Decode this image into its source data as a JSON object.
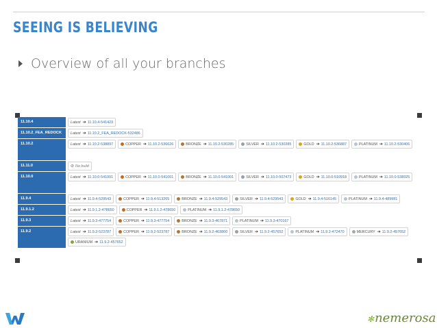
{
  "slide": {
    "title": "SEEING IS BELIEVING",
    "bullet": "Overview of all your branches",
    "brand": "nemerosa"
  },
  "colors": {
    "title": "#3a85c9",
    "version_bg": "#2d6bb0",
    "link": "#3b6fa6",
    "brand": "#6a8a2a"
  },
  "promotion_colors": {
    "Latest": "",
    "COPPER": "#c06a2c",
    "BRONZE": "#a87a3a",
    "SILVER": "#9aa0a8",
    "GOLD": "#d8a520",
    "PLATINUM": "#b8c4cc",
    "MERCURY": "#a0a8b0",
    "URANIUM": "#8aa630"
  },
  "branches": [
    {
      "version": "11.10.4",
      "builds": [
        {
          "label": "Latest",
          "build": "11.10.4-541423"
        }
      ]
    },
    {
      "version": "11.10.2_FEA_REDOCK",
      "builds": [
        {
          "label": "Latest",
          "build": "11.10.2_FEA_REDOCK-532486"
        }
      ]
    },
    {
      "version": "11.10.2",
      "builds": [
        {
          "label": "Latest",
          "build": "11.10.2-538897"
        },
        {
          "label": "COPPER",
          "build": "11.10.2-536626"
        },
        {
          "label": "BRONZE",
          "build": "11.10.2-530285"
        },
        {
          "label": "SILVER",
          "build": "11.10.2-530285"
        },
        {
          "label": "GOLD",
          "build": "11.10.2-536887"
        },
        {
          "label": "PLATINUM",
          "build": "11.10.2-530406"
        }
      ]
    },
    {
      "version": "11.11.0",
      "builds": [
        {
          "label": "No build",
          "build": ""
        }
      ]
    },
    {
      "version": "11.10.0",
      "builds": [
        {
          "label": "Latest",
          "build": "11.10.0-541001"
        },
        {
          "label": "COPPER",
          "build": "11.10.0-541001"
        },
        {
          "label": "BRONZE",
          "build": "11.10.0-541001"
        },
        {
          "label": "SILVER",
          "build": "11.10.0-507473"
        },
        {
          "label": "GOLD",
          "build": "11.10.0-510918"
        },
        {
          "label": "PLATINUM",
          "build": "11.10.0-538325"
        }
      ]
    },
    {
      "version": "11.9.4",
      "builds": [
        {
          "label": "Latest",
          "build": "11.9.4-529543"
        },
        {
          "label": "COPPER",
          "build": "11.9.4-513265"
        },
        {
          "label": "BRONZE",
          "build": "11.9.4-529543"
        },
        {
          "label": "SILVER",
          "build": "11.9.4-529543"
        },
        {
          "label": "GOLD",
          "build": "11.9.4-516145"
        },
        {
          "label": "PLATINUM",
          "build": "11.9.4-489981"
        }
      ]
    },
    {
      "version": "11.9.1.2",
      "builds": [
        {
          "label": "Latest",
          "build": "11.9.1.2-478650"
        },
        {
          "label": "COPPER",
          "build": "11.9.1.2-478650"
        },
        {
          "label": "PLATINUM",
          "build": "11.9.1.2-478650"
        }
      ]
    },
    {
      "version": "11.9.3",
      "builds": [
        {
          "label": "Latest",
          "build": "11.9.3-477754"
        },
        {
          "label": "COPPER",
          "build": "11.9.3-477754"
        },
        {
          "label": "BRONZE",
          "build": "11.9.3-467871"
        },
        {
          "label": "PLATINUM",
          "build": "11.9.3-470167"
        }
      ]
    },
    {
      "version": "11.9.2",
      "builds": [
        {
          "label": "Latest",
          "build": "11.9.2-523787"
        },
        {
          "label": "COPPER",
          "build": "11.9.2-523787"
        },
        {
          "label": "BRONZE",
          "build": "11.9.2-463860"
        },
        {
          "label": "SILVER",
          "build": "11.9.2-457652"
        },
        {
          "label": "PLATINUM",
          "build": "11.9.2-472470"
        },
        {
          "label": "MERCURY",
          "build": "11.9.2-457652"
        },
        {
          "label": "URANIUM",
          "build": "11.9.2-457652"
        }
      ]
    }
  ]
}
